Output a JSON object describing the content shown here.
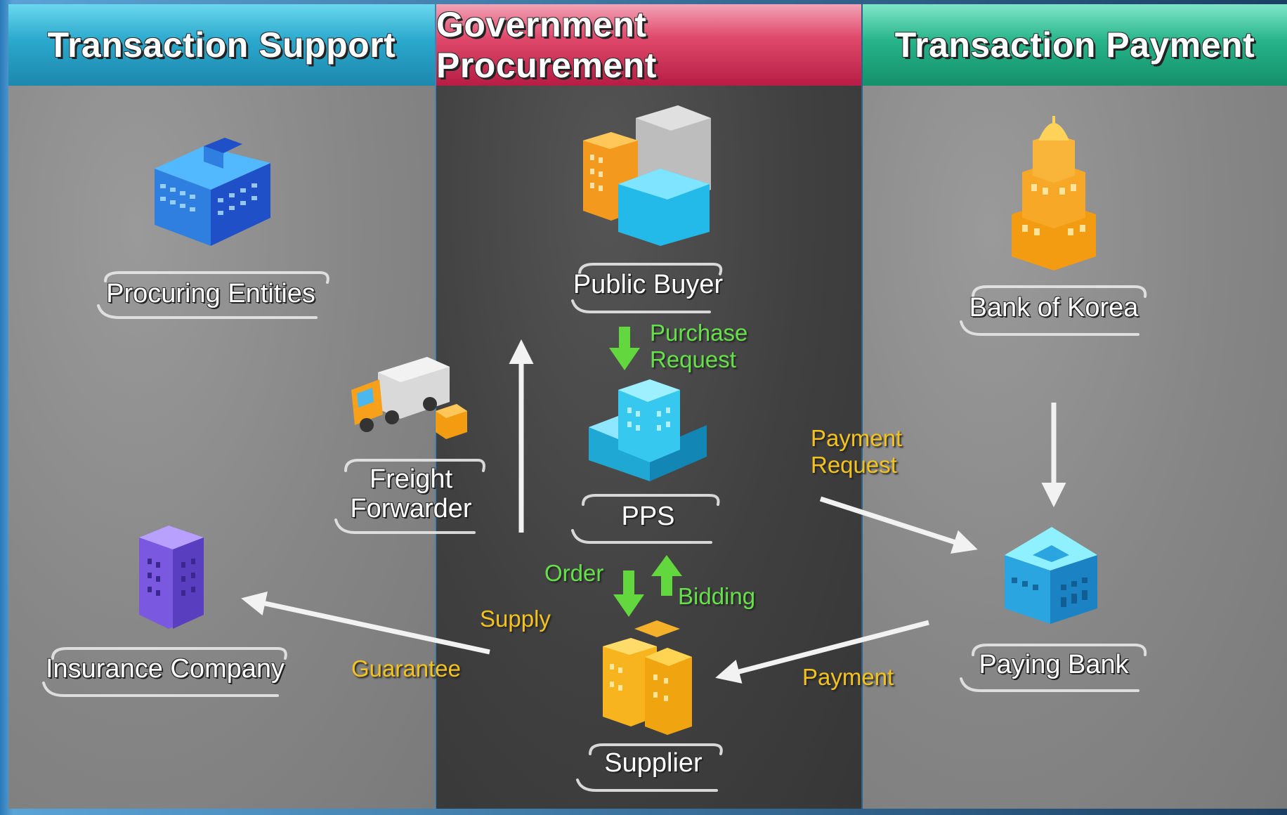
{
  "columns": {
    "support": "Transaction Support",
    "government": "Government Procurement",
    "payment": "Transaction Payment"
  },
  "nodes": {
    "procuring_entities": "Procuring Entities",
    "freight_forwarder": "Freight\nForwarder",
    "insurance_company": "Insurance Company",
    "public_buyer": "Public Buyer",
    "pps": "PPS",
    "supplier": "Supplier",
    "bank_of_korea": "Bank of Korea",
    "paying_bank": "Paying Bank"
  },
  "flows": {
    "purchase_request": "Purchase\nRequest",
    "order": "Order",
    "bidding": "Bidding",
    "supply": "Supply",
    "guarantee": "Guarantee",
    "payment_request": "Payment\nRequest",
    "payment": "Payment"
  },
  "colors": {
    "flow_green": "#66e04a",
    "flow_yellow": "#f3c21e",
    "arrow_white": "#f2f2f2"
  },
  "icons": {
    "procuring_entities": "blue-office-building-icon",
    "public_buyer": "building-cluster-icon",
    "pps": "cyan-building-icon",
    "supplier": "yellow-buildings-icon",
    "freight_forwarder": "delivery-truck-icon",
    "insurance_company": "purple-tower-icon",
    "bank_of_korea": "orange-domed-building-icon",
    "paying_bank": "bank-building-icon"
  }
}
